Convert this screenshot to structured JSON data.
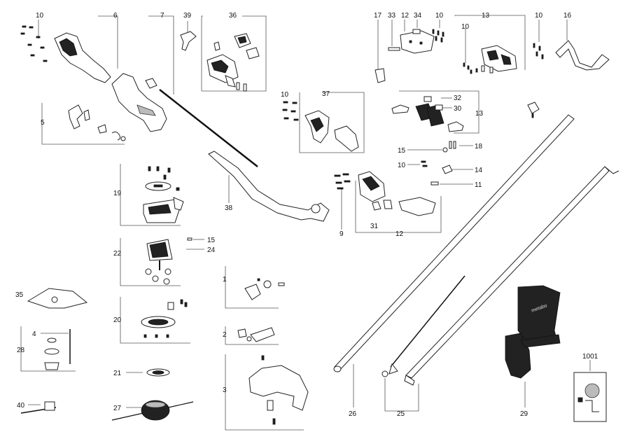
{
  "callouts": {
    "c10a": "10",
    "c6": "6",
    "c7": "7",
    "c39": "39",
    "c36": "36",
    "c17": "17",
    "c33": "33",
    "c12a": "12",
    "c34": "34",
    "c10b": "10",
    "c13a": "13",
    "c10c": "10",
    "c10d": "10",
    "c16": "16",
    "c5": "5",
    "c10e": "10",
    "c37": "37",
    "c32": "32",
    "c30": "30",
    "c13b": "13",
    "c15a": "15",
    "c18": "18",
    "c10f": "10",
    "c14": "14",
    "c11": "11",
    "c19": "19",
    "c38": "38",
    "c9": "9",
    "c31": "31",
    "c12b": "12",
    "c22": "22",
    "c15b": "15",
    "c24": "24",
    "c35": "35",
    "c1": "1",
    "c20": "20",
    "c4": "4",
    "c28": "28",
    "c2": "2",
    "c3": "3",
    "c21": "21",
    "c26": "26",
    "c25": "25",
    "c29": "29",
    "c1001": "1001",
    "c40": "40",
    "c27": "27"
  },
  "harness_text": "metabo",
  "colors": {
    "ink": "#222222",
    "paper": "#ffffff",
    "shade": "#bbbbbb"
  }
}
